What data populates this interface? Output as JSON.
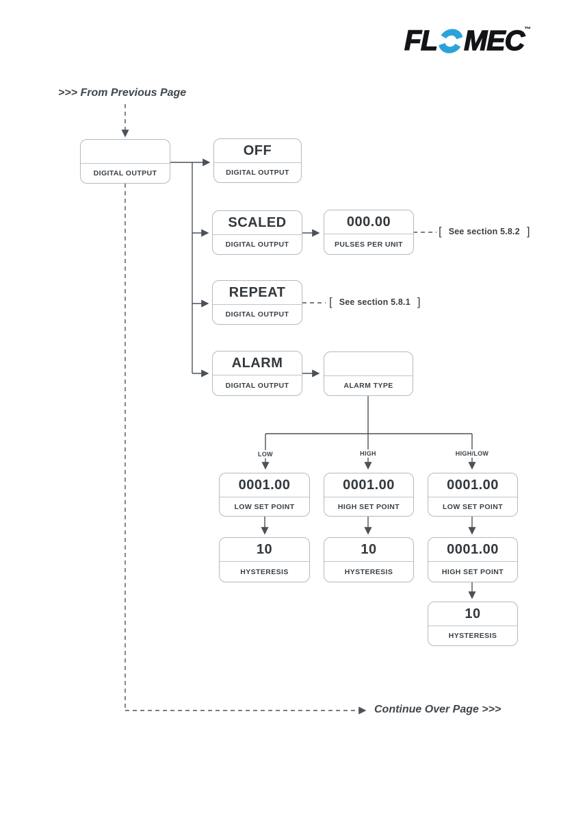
{
  "logo": {
    "left": "FL",
    "right": "MEC",
    "tm": "™",
    "o_color": "#2da2da"
  },
  "colors": {
    "line": "#4b5158",
    "box_border": "#b2b9bf",
    "text": "#363c42",
    "logo_blue": "#2da2da"
  },
  "labels": {
    "from_previous": ">>> From Previous Page",
    "continue_over": "Continue Over Page >>>",
    "bracket_open": "[",
    "bracket_close": "]",
    "see_582": "See section 5.8.2",
    "see_581": "See section 5.8.1"
  },
  "branch": {
    "labels": [
      "LOW",
      "HIGH",
      "HIGH/LOW"
    ]
  },
  "boxes": {
    "root": {
      "title": "",
      "label": "DIGITAL OUTPUT"
    },
    "off": {
      "title": "OFF",
      "label": "DIGITAL OUTPUT"
    },
    "scaled": {
      "title": "SCALED",
      "label": "DIGITAL OUTPUT"
    },
    "pulses": {
      "title": "000.00",
      "label": "PULSES PER UNIT"
    },
    "repeat": {
      "title": "REPEAT",
      "label": "DIGITAL OUTPUT"
    },
    "alarm": {
      "title": "ALARM",
      "label": "DIGITAL OUTPUT"
    },
    "alarm_type": {
      "title": "",
      "label": "ALARM TYPE"
    },
    "low_branch_set": {
      "title": "0001.00",
      "label": "LOW SET POINT"
    },
    "low_branch_hyst": {
      "title": "10",
      "label": "HYSTERESIS"
    },
    "high_branch_set": {
      "title": "0001.00",
      "label": "HIGH SET POINT"
    },
    "high_branch_hyst": {
      "title": "10",
      "label": "HYSTERESIS"
    },
    "hl_branch_low_set": {
      "title": "0001.00",
      "label": "LOW SET POINT"
    },
    "hl_branch_high_set": {
      "title": "0001.00",
      "label": "HIGH SET POINT"
    },
    "hl_branch_hyst": {
      "title": "10",
      "label": "HYSTERESIS"
    }
  }
}
